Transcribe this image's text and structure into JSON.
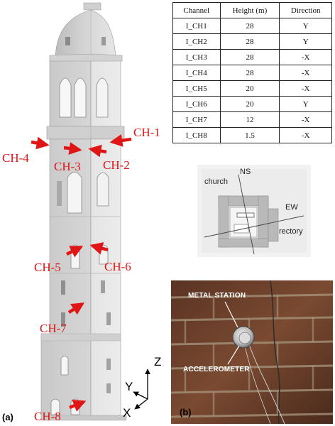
{
  "table": {
    "headers": [
      "Channel",
      "Height (m)",
      "Direction"
    ],
    "rows": [
      [
        "I_CH1",
        "28",
        "Y"
      ],
      [
        "I_CH2",
        "28",
        "Y"
      ],
      [
        "I_CH3",
        "28",
        "-X"
      ],
      [
        "I_CH4",
        "28",
        "-X"
      ],
      [
        "I_CH5",
        "20",
        "-X"
      ],
      [
        "I_CH6",
        "20",
        "Y"
      ],
      [
        "I_CH7",
        "12",
        "-X"
      ],
      [
        "I_CH8",
        "1.5",
        "-X"
      ]
    ]
  },
  "tower_labels": {
    "ch1": "CH-1",
    "ch2": "CH-2",
    "ch3": "CH-3",
    "ch4": "CH-4",
    "ch5": "CH-5",
    "ch6": "CH-6",
    "ch7": "CH-7",
    "ch8": "CH-8"
  },
  "axes": {
    "z": "Z",
    "y": "Y",
    "x": "X"
  },
  "panels": {
    "a": "(a)",
    "b": "(b)"
  },
  "plan": {
    "church": "church",
    "ns": "NS",
    "ew": "EW",
    "rectory": "rectory"
  },
  "photo": {
    "station": "METAL STATION",
    "sensor": "ACCELEROMETER"
  },
  "colors": {
    "arrow": "#e01515",
    "tower": "#d9d9d9",
    "brick": "#6b3f28"
  }
}
